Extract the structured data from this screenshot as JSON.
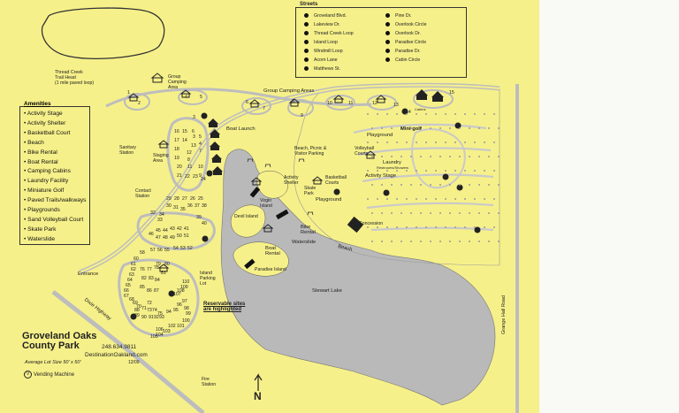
{
  "streets": {
    "title": "Streets",
    "left_col": [
      "Groveland Blvd.",
      "Lakeview Dr.",
      "Thread Creek Loop",
      "Island Loop",
      "Windmill Loop",
      "Acorn Lane",
      "Matthews St."
    ],
    "right_col": [
      "Pine Dr.",
      "Overlook Circle",
      "Overlook Dr.",
      "Paradise Circle",
      "Paradise Dr.",
      "Cabin Circle"
    ]
  },
  "amenities": {
    "title": "Amenities",
    "items": [
      "• Activity Stage",
      "• Activity Shelter",
      "• Basketball Court",
      "• Beach",
      "• Bike Rental",
      "• Boat Rental",
      "• Camping Cabins",
      "• Laundry Facility",
      "• Miniature Golf",
      "• Paved Trails/walkways",
      "• Playgrounds",
      "• Sand Volleyball Court",
      "• Skate Park",
      "• Waterslide"
    ]
  },
  "labels": {
    "thread_creek": "Thread Creek",
    "trail_head": "Trail Head",
    "paved_loop": "(1 mile paved loop)",
    "group_camping_area": "Group Camping Area",
    "group_camping_areas": "Group Camping Areas",
    "boat_launch": "Boat Launch",
    "sanitary_station": "Sanitary Station",
    "staging_area": "Staging Area",
    "contact_station": "Contact Station",
    "beach_picnic": "Beach, Picnic & Visitor Parking",
    "volleyball": "Volleyball Courts",
    "playground": "Playground",
    "mini_golf": "Mini golf",
    "laundry": "Laundry",
    "laundry_sub": "Restrooms/Showers",
    "activity_stage": "Activity Stage",
    "activity_shelter": "Activity Shelter",
    "basketball": "Basketball Courts",
    "skate_park": "Skate Park",
    "virgin_island": "Virgin Island",
    "devil_island": "Devil Island",
    "concession": "Concession",
    "bike_rental": "Bike Rental",
    "waterslide": "Waterslide",
    "beach": "Beach",
    "boat_rental": "Boat Rental",
    "paradise_island": "Paradise Island",
    "island_parking": "Island Parking Lot",
    "stewart_lake": "Stewart Lake",
    "entrance": "Entrance",
    "dixie_highway": "Dixie Highway",
    "reservable": "Reservable sites are highlighted",
    "grange_hall": "Grange Hall Road",
    "fire_station": "Fire Station",
    "north": "N",
    "cabins": "Cabins"
  },
  "park": {
    "name_line1": "Groveland Oaks",
    "name_line2": "County Park",
    "phone": "248.634.9811",
    "website": "DestinationOakland.com",
    "lot_size": "Average Lot Size 50' x 50'",
    "date": "12/09",
    "vending": "Vending Machine"
  },
  "numbers": {
    "cluster_a": [
      "16",
      "15",
      "6",
      "5",
      "4",
      "3",
      "17",
      "14",
      "13",
      "7",
      "18",
      "12",
      "19",
      "8",
      "20",
      "11",
      "10",
      "9",
      "21",
      "22",
      "23",
      "24"
    ],
    "cluster_b": [
      "29",
      "28",
      "27",
      "26",
      "25",
      "30",
      "31",
      "35",
      "36",
      "37",
      "38",
      "32",
      "34",
      "33",
      "39",
      "40"
    ],
    "cluster_c": [
      "46",
      "45",
      "44",
      "43",
      "42",
      "41",
      "47",
      "48",
      "49",
      "50",
      "51",
      "57",
      "56",
      "55",
      "54",
      "53",
      "52",
      "58"
    ],
    "cluster_d": [
      "60",
      "61",
      "62",
      "63",
      "64",
      "65",
      "66",
      "67",
      "68",
      "69",
      "70",
      "71",
      "72",
      "73",
      "74",
      "75",
      "76",
      "77",
      "78",
      "79",
      "80",
      "81",
      "82",
      "83",
      "84",
      "85",
      "86",
      "87",
      "88",
      "89",
      "90",
      "91",
      "92",
      "93",
      "94",
      "95",
      "96",
      "97",
      "98",
      "99",
      "100",
      "101",
      "102",
      "103",
      "104",
      "105",
      "106",
      "107",
      "108",
      "109",
      "110"
    ],
    "group_sites": [
      "1",
      "2",
      "3",
      "4",
      "5",
      "6",
      "7",
      "8",
      "9",
      "10",
      "11",
      "12",
      "13",
      "14",
      "15"
    ]
  },
  "colors": {
    "paper": "#f6f08a",
    "lake": "#b9b9b9",
    "road": "#c8c8c8",
    "ink": "#222222"
  }
}
